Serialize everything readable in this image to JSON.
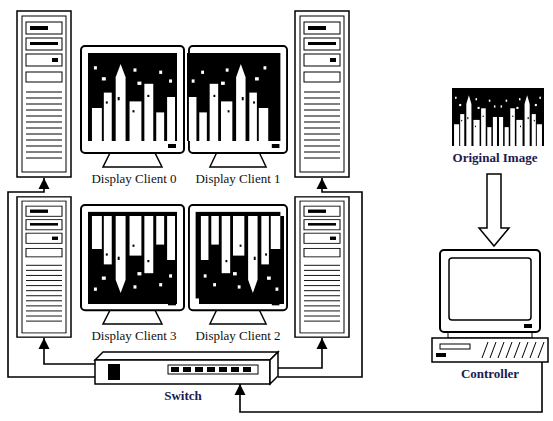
{
  "diagram": {
    "nodes": [
      {
        "text": [
          "Display Client 0"
        ]
      },
      {
        "text": [
          "Display Client 1"
        ]
      },
      {
        "text": [
          "Display Client 3"
        ]
      },
      {
        "text": [
          "Display Client 2"
        ]
      },
      {
        "text": [
          "Original Image"
        ]
      },
      {
        "text": [
          "Controller"
        ]
      },
      {
        "text": [
          "Switch"
        ]
      }
    ],
    "edges": [
      {
        "from": 6,
        "to": 0,
        "arrow": "to"
      },
      {
        "from": 6,
        "to": 1,
        "arrow": "to"
      },
      {
        "from": 6,
        "to": 2,
        "arrow": "to"
      },
      {
        "from": 6,
        "to": 3,
        "arrow": "to"
      },
      {
        "from": 5,
        "to": 6,
        "arrow": "to"
      },
      {
        "from": 4,
        "to": 5,
        "arrow": "to"
      }
    ]
  }
}
